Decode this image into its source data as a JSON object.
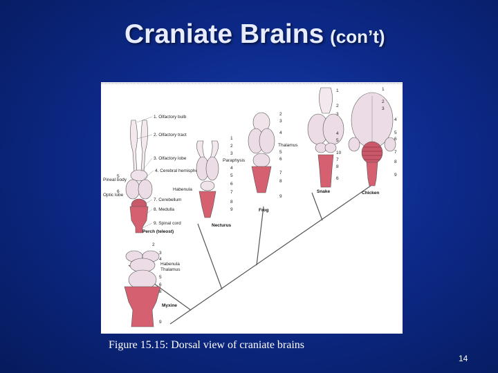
{
  "slide": {
    "title_main": "Craniate Brains",
    "title_sub": "(con’t)",
    "caption": "Figure 15.15: Dorsal view of craniate brains",
    "page_number": "14"
  },
  "figure": {
    "perch": {
      "name": "Perch (teleost)",
      "labels": [
        "1. Olfactory bulb",
        "2. Olfactory tract",
        "3. Olfactory lobe",
        "4. Cerebral hemisphere",
        "7. Cerebellum",
        "8. Medulla",
        "9. Spinal cord"
      ],
      "side_labels": [
        "Pineal body",
        "Optic lobe"
      ],
      "side_numbers": [
        "5",
        "6"
      ]
    },
    "necturus": {
      "name": "Necturus",
      "labels": [
        "Paraphysis",
        "Habenula"
      ],
      "numbers": [
        "1",
        "2",
        "3",
        "4",
        "5",
        "6",
        "7",
        "8",
        "9"
      ]
    },
    "frog": {
      "name": "Frog",
      "labels": [
        "Thalamus"
      ],
      "numbers": [
        "2",
        "3",
        "4",
        "5",
        "6",
        "7",
        "8",
        "9"
      ]
    },
    "snake": {
      "name": "Snake",
      "numbers": [
        "1",
        "2",
        "3",
        "4",
        "5",
        "10",
        "7",
        "8",
        "6"
      ]
    },
    "chicken": {
      "name": "Chicken",
      "numbers": [
        "1",
        "2",
        "3",
        "4",
        "5",
        "6",
        "7",
        "8",
        "9"
      ]
    },
    "myxine": {
      "name": "Myxine",
      "labels": [
        "Habenula",
        "Thalamus"
      ],
      "numbers": [
        "2",
        "3",
        "4",
        "5",
        "6",
        "8",
        "9"
      ]
    }
  }
}
